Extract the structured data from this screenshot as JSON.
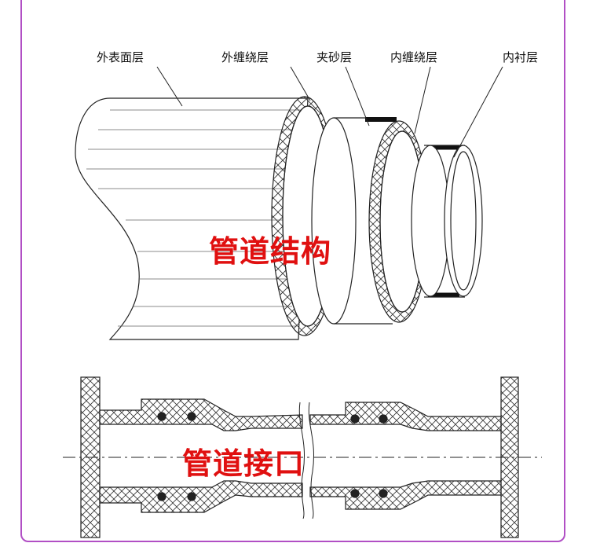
{
  "structure_diagram": {
    "layer_labels": [
      "外表面层",
      "外缠绕层",
      "夹砂层",
      "内缠绕层",
      "内衬层"
    ],
    "title": "管道结构"
  },
  "joint_diagram": {
    "title": "管道接口"
  },
  "colors": {
    "frame": "#b14fc5",
    "title": "#e01010",
    "line": "#222222"
  }
}
